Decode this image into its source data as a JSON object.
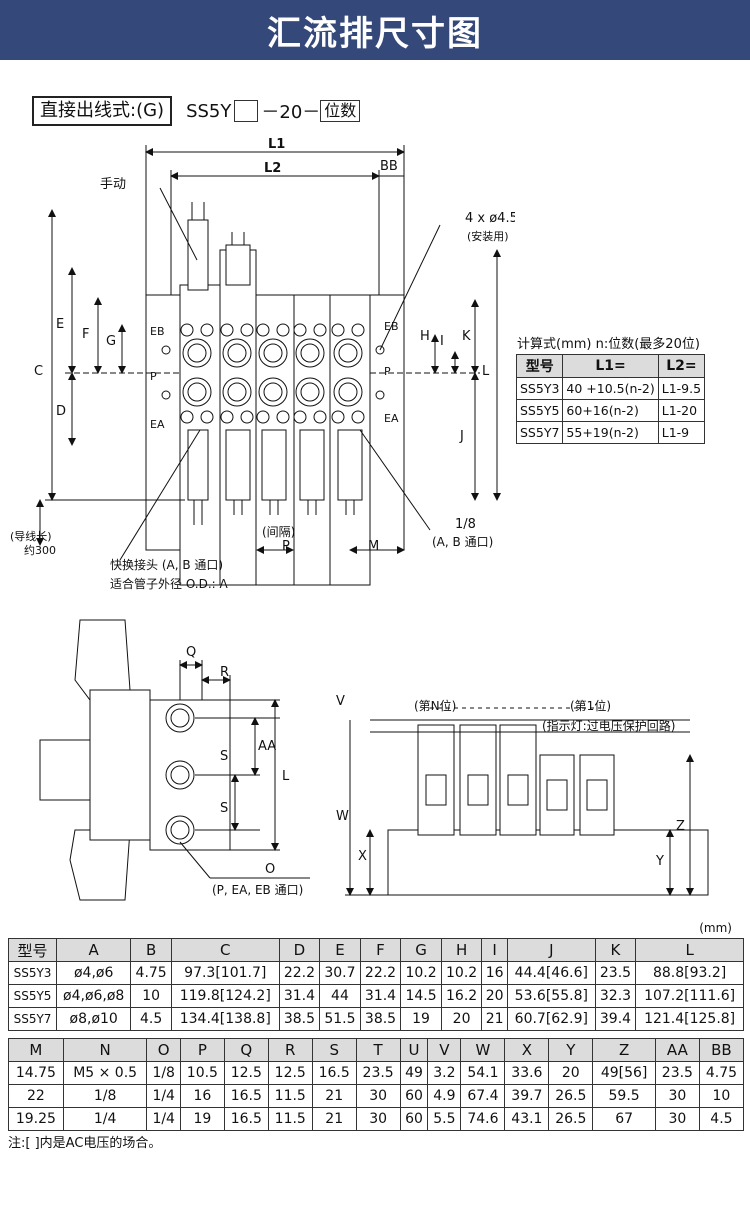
{
  "banner_title": "汇流排尺寸图",
  "model_line": {
    "tag": "直接出线式:(G)",
    "code_prefix": "SS5Y",
    "code_mid": "－20－",
    "digits_label": "位数"
  },
  "top_drawing": {
    "labels": {
      "L1": "L1",
      "L2": "L2",
      "BB": "BB",
      "manual": "手动",
      "mount_holes": "4 x ø4.5",
      "mount_holes_note": "(安装用)",
      "C": "C",
      "E": "E",
      "F": "F",
      "G": "G",
      "D": "D",
      "EB": "EB",
      "P": "P",
      "EA": "EA",
      "H": "H",
      "I": "I",
      "K": "K",
      "L": "L",
      "J": "J",
      "lead_length": "(导线长)",
      "approx_300": "约300",
      "thread": "1/8",
      "thread_ports": "(A, B 通口)",
      "pitch_note": "(间隔)",
      "pitch_P": "P",
      "M": "M",
      "fitting": "快换接头 (A, B 通口)",
      "fitting_od": "适合管子外径 O.D.: A"
    }
  },
  "calc_table": {
    "title": "计算式(mm)  n:位数(最多20位)",
    "headers": [
      "型号",
      "L1=",
      "L2="
    ],
    "rows": [
      [
        "SS5Y3",
        "40 +10.5(n-2)",
        "L1-9.5"
      ],
      [
        "SS5Y5",
        "60+16(n-2)",
        "L1-20"
      ],
      [
        "SS5Y7",
        "55+19(n-2)",
        "L1-9"
      ]
    ]
  },
  "side_drawing": {
    "labels": {
      "Q": "Q",
      "R": "R",
      "AA": "AA",
      "S1": "S",
      "S2": "S",
      "L": "L",
      "O": "O",
      "O_ports": "(P, EA, EB 通口)"
    }
  },
  "front_drawing": {
    "labels": {
      "V": "V",
      "W": "W",
      "X": "X",
      "Y": "Y",
      "Z": "Z",
      "station_n": "(第N位)",
      "station_1": "(第1位)",
      "indicator": "(指示灯:过电压保护回路)"
    }
  },
  "unit": "(mm)",
  "dim_table_1": {
    "headers": [
      "型号",
      "A",
      "B",
      "C",
      "D",
      "E",
      "F",
      "G",
      "H",
      "I",
      "J",
      "K",
      "L"
    ],
    "rows": [
      [
        "SS5Y3",
        "ø4,ø6",
        "4.75",
        "97.3[101.7]",
        "22.2",
        "30.7",
        "22.2",
        "10.2",
        "10.2",
        "16",
        "44.4[46.6]",
        "23.5",
        "88.8[93.2]"
      ],
      [
        "SS5Y5",
        "ø4,ø6,ø8",
        "10",
        "119.8[124.2]",
        "31.4",
        "44",
        "31.4",
        "14.5",
        "16.2",
        "20",
        "53.6[55.8]",
        "32.3",
        "107.2[111.6]"
      ],
      [
        "SS5Y7",
        "ø8,ø10",
        "4.5",
        "134.4[138.8]",
        "38.5",
        "51.5",
        "38.5",
        "19",
        "20",
        "21",
        "60.7[62.9]",
        "39.4",
        "121.4[125.8]"
      ]
    ]
  },
  "dim_table_2": {
    "headers": [
      "M",
      "N",
      "O",
      "P",
      "Q",
      "R",
      "S",
      "T",
      "U",
      "V",
      "W",
      "X",
      "Y",
      "Z",
      "AA",
      "BB"
    ],
    "rows": [
      [
        "14.75",
        "M5 × 0.5",
        "1/8",
        "10.5",
        "12.5",
        "12.5",
        "16.5",
        "23.5",
        "49",
        "3.2",
        "54.1",
        "33.6",
        "20",
        "49[56]",
        "23.5",
        "4.75"
      ],
      [
        "22",
        "1/8",
        "1/4",
        "16",
        "16.5",
        "11.5",
        "21",
        "30",
        "60",
        "4.9",
        "67.4",
        "39.7",
        "26.5",
        "59.5",
        "30",
        "10"
      ],
      [
        "19.25",
        "1/4",
        "1/4",
        "19",
        "16.5",
        "11.5",
        "21",
        "30",
        "60",
        "5.5",
        "74.6",
        "43.1",
        "26.5",
        "67",
        "30",
        "4.5"
      ]
    ]
  },
  "footnote": "注:[ ]内是AC电压的场合。"
}
